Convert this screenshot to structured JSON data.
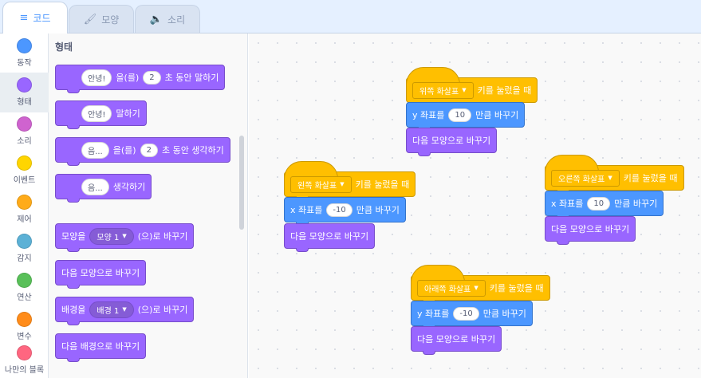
{
  "tabs": [
    {
      "label": "코드",
      "icon": "code-icon"
    },
    {
      "label": "모양",
      "icon": "brush-icon"
    },
    {
      "label": "소리",
      "icon": "speaker-icon"
    }
  ],
  "categories": [
    {
      "label": "동작",
      "color": "#4c97ff"
    },
    {
      "label": "형태",
      "color": "#9966ff"
    },
    {
      "label": "소리",
      "color": "#cf63cf"
    },
    {
      "label": "이벤트",
      "color": "#ffd500"
    },
    {
      "label": "제어",
      "color": "#ffab19"
    },
    {
      "label": "감지",
      "color": "#5cb1d6"
    },
    {
      "label": "연산",
      "color": "#59c059"
    },
    {
      "label": "변수",
      "color": "#ff8c1a"
    },
    {
      "label": "나만의 블록",
      "color": "#ff6680"
    }
  ],
  "palette": {
    "title": "형태",
    "say_for": {
      "msg": "안녕!",
      "t1": "을(를)",
      "secs": "2",
      "t2": "초 동안 말하기"
    },
    "say": {
      "msg": "안녕!",
      "t1": "말하기"
    },
    "think_for": {
      "msg": "음...",
      "t1": "을(를)",
      "secs": "2",
      "t2": "초 동안 생각하기"
    },
    "think": {
      "msg": "음...",
      "t1": "생각하기"
    },
    "switch_costume": {
      "t1": "모양을",
      "value": "모양 1",
      "t2": "(으)로 바꾸기"
    },
    "next_costume": "다음 모양으로 바꾸기",
    "switch_backdrop": {
      "t1": "배경을",
      "value": "배경 1",
      "t2": "(으)로 바꾸기"
    },
    "next_backdrop": "다음 배경으로 바꾸기"
  },
  "scripts": {
    "up": {
      "key": "위쪽 화살표",
      "hat": "키를 눌렀을 때",
      "m1": "y 좌표를",
      "val": "10",
      "m2": "만큼 바꾸기",
      "next": "다음 모양으로 바꾸기"
    },
    "left": {
      "key": "왼쪽 화살표",
      "hat": "키를 눌렀을 때",
      "m1": "x 좌표를",
      "val": "-10",
      "m2": "만큼 바꾸기",
      "next": "다음 모양으로 바꾸기"
    },
    "right": {
      "key": "오른쪽 화살표",
      "hat": "키를 눌렀을 때",
      "m1": "x 좌표를",
      "val": "10",
      "m2": "만큼 바꾸기",
      "next": "다음 모양으로 바꾸기"
    },
    "down": {
      "key": "아래쪽 화살표",
      "hat": "키를 눌렀을 때",
      "m1": "y 좌표를",
      "val": "-10",
      "m2": "만큼 바꾸기",
      "next": "다음 모양으로 바꾸기"
    }
  }
}
